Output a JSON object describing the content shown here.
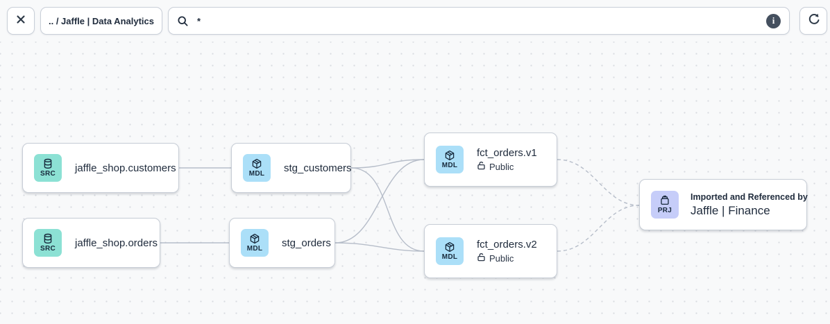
{
  "toolbar": {
    "breadcrumb": ".. / Jaffle | Data Analytics",
    "search_value": "*",
    "info_glyph": "i"
  },
  "nodes": {
    "src_customers": {
      "badge": "SRC",
      "label": "jaffle_shop.customers"
    },
    "src_orders": {
      "badge": "SRC",
      "label": "jaffle_shop.orders"
    },
    "stg_customers": {
      "badge": "MDL",
      "label": "stg_customers"
    },
    "stg_orders": {
      "badge": "MDL",
      "label": "stg_orders"
    },
    "fct_orders_v1": {
      "badge": "MDL",
      "label": "fct_orders.v1",
      "access": "Public"
    },
    "fct_orders_v2": {
      "badge": "MDL",
      "label": "fct_orders.v2",
      "access": "Public"
    },
    "project": {
      "badge": "PRJ",
      "subtitle": "Imported and Referenced by",
      "label": "Jaffle | Finance"
    }
  },
  "colors": {
    "source_badge_bg": "#8CE1D4",
    "model_badge_bg": "#ABDFF8",
    "project_badge_bg": "#C6CDF9",
    "edge": "#B6BDC9",
    "canvas_bg": "#F8F9FA",
    "node_border": "#C7CDD6",
    "text": "#202C3D"
  }
}
